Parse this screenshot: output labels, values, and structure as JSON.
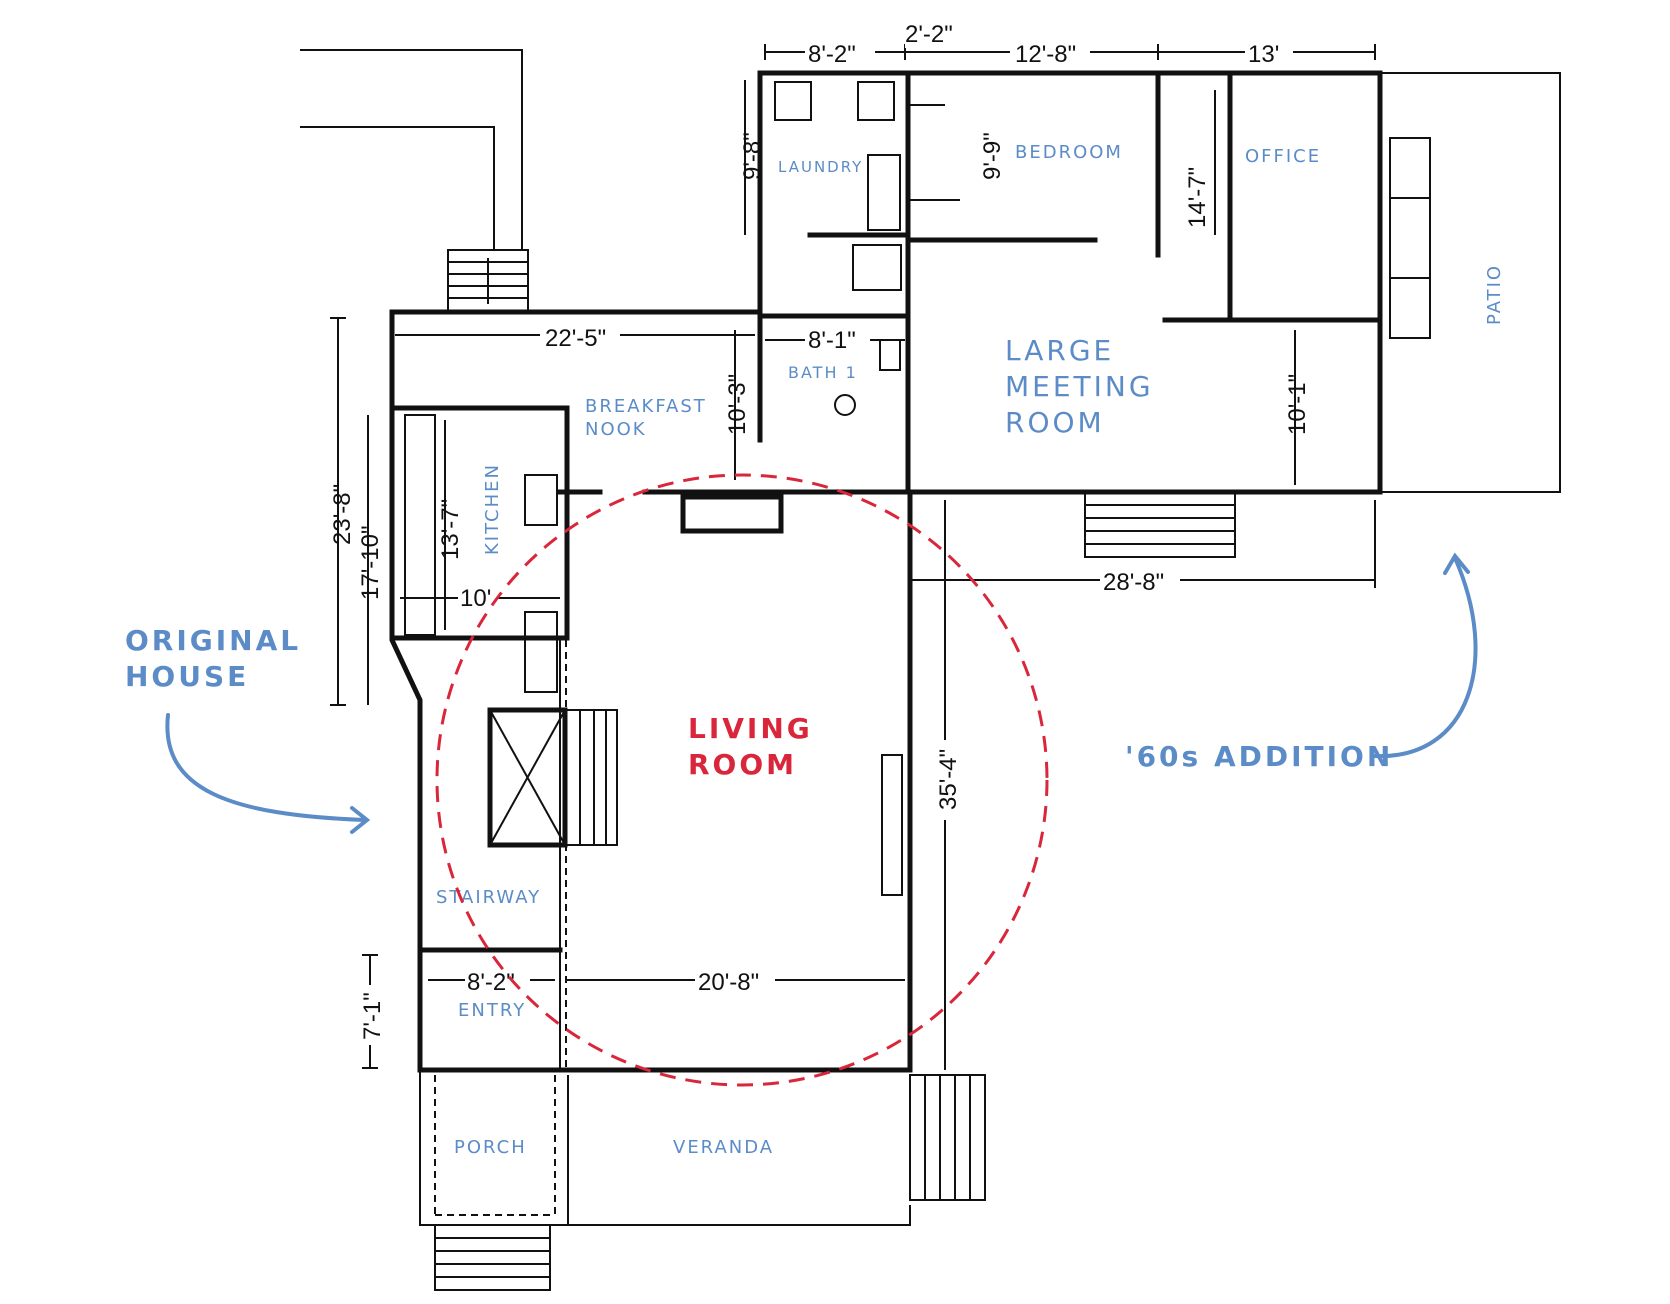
{
  "colors": {
    "label": "#5b8cc7",
    "highlight": "#d9263a",
    "wall": "#111111"
  },
  "annotations": {
    "original_house_line1": "ORIGINAL",
    "original_house_line2": "HOUSE",
    "addition": "'60s ADDITION"
  },
  "rooms": {
    "laundry": "LAUNDRY",
    "bedroom": "BEDROOM",
    "office": "OFFICE",
    "patio": "PATIO",
    "bath": "BATH 1",
    "meeting_line1": "LARGE",
    "meeting_line2": "MEETING",
    "meeting_line3": "ROOM",
    "breakfast_line1": "BREAKFAST",
    "breakfast_line2": "NOOK",
    "kitchen": "KITCHEN",
    "living_line1": "LIVING",
    "living_line2": "ROOM",
    "stairway": "STAIRWAY",
    "entry": "ENTRY",
    "porch": "PORCH",
    "veranda": "VERANDA"
  },
  "dimensions": {
    "top_8_2": "8'-2\"",
    "top_2_2": "2'-2\"",
    "top_12_8": "12'-8\"",
    "top_13": "13'",
    "laundry_9_8": "9'-8\"",
    "bedroom_9_9": "9'-9\"",
    "office_14_7": "14'-7\"",
    "nook_22_5": "22'-5\"",
    "bath_8_1": "8'-1\"",
    "nook_10_3": "10'-3\"",
    "meeting_10_1": "10'-1\"",
    "left_23_8": "23'-8\"",
    "left_17_10": "17'-10\"",
    "kitchen_13_7": "13'-7\"",
    "kitchen_10": "10'",
    "addition_28_8": "28'-8\"",
    "living_35_4": "35'-4\"",
    "entry_8_2": "8'-2\"",
    "living_20_8": "20'-8\"",
    "entry_7_1": "7'-1\""
  }
}
